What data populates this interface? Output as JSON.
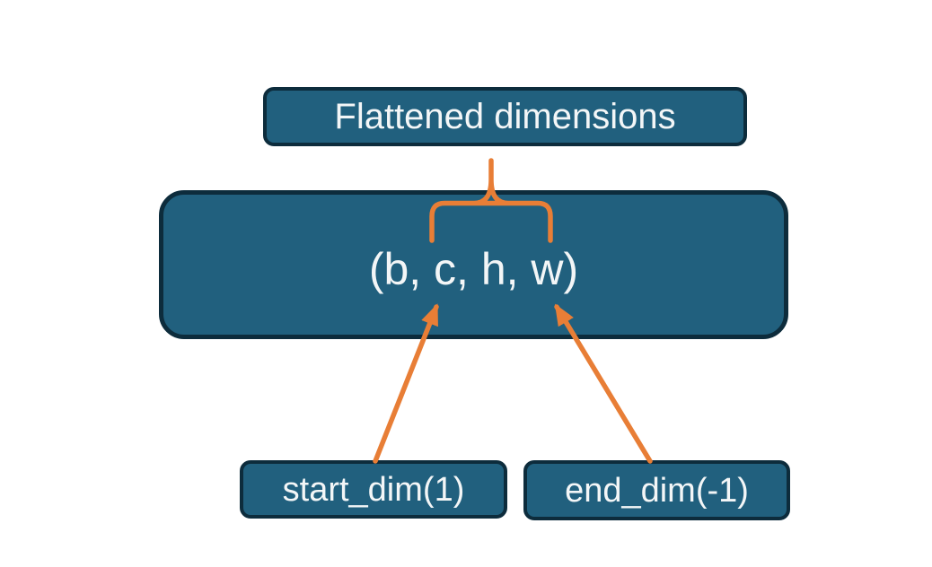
{
  "diagram": {
    "title": "Flatten operation dimensions diagram",
    "colors": {
      "box_fill": "#21607E",
      "box_border": "#0D2C3C",
      "text": "#F3F6F7",
      "accent_orange": "#E87E36",
      "background": "#FFFFFF"
    },
    "nodes": {
      "flattened": {
        "label": "Flattened dimensions"
      },
      "tensor": {
        "label": "(b, c, h, w)"
      },
      "start_dim": {
        "label": "start_dim(1)"
      },
      "end_dim": {
        "label": "end_dim(-1)"
      }
    },
    "connectors": {
      "brace": "brace-over-c-h-w-linked-to-flattened-dimensions",
      "arrow_left": "arrow-from-start-dim-to-dim-c",
      "arrow_right": "arrow-from-end-dim-to-dim-w"
    }
  }
}
